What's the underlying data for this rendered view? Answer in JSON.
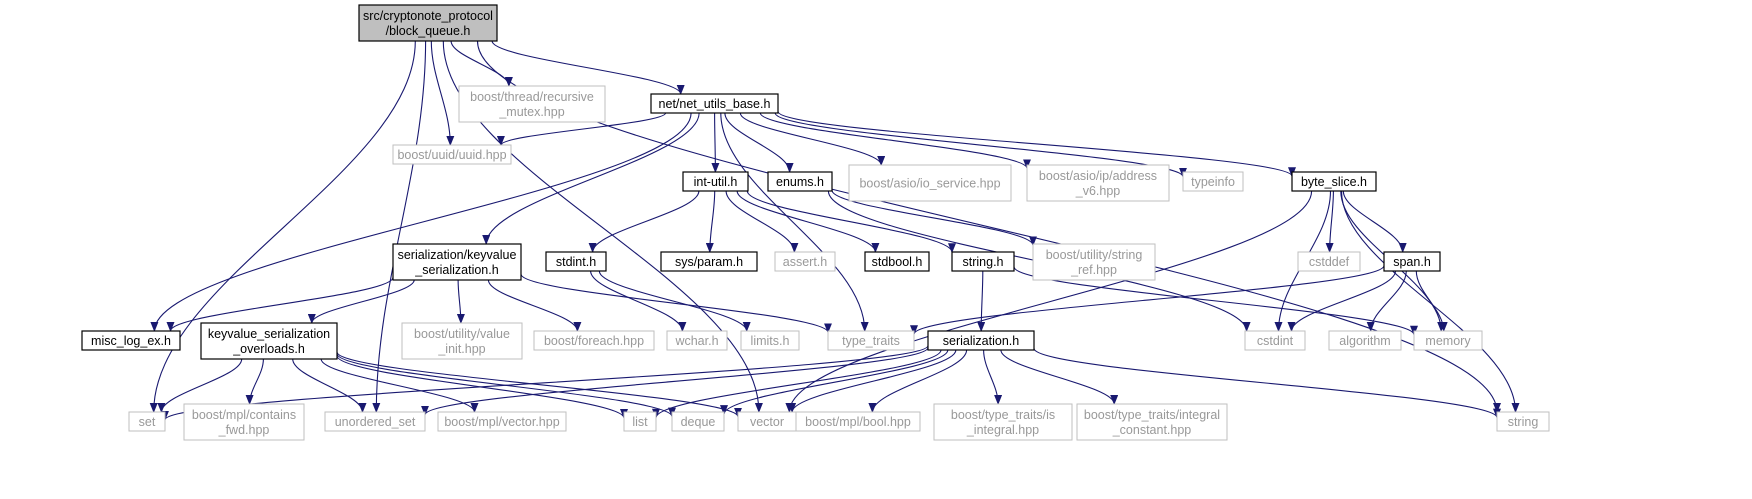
{
  "diagram": {
    "edge_color": "#191970",
    "root_fill": "#bfbfbf",
    "external_color": "#999999",
    "nodes": [
      {
        "id": "block_queue",
        "lines": [
          "src/cryptonote_protocol",
          "/block_queue.h"
        ],
        "kind": "root"
      },
      {
        "id": "recursive_mutex",
        "lines": [
          "boost/thread/recursive",
          "_mutex.hpp"
        ],
        "kind": "external"
      },
      {
        "id": "net_utils_base",
        "lines": [
          "net/net_utils_base.h"
        ],
        "kind": "documented"
      },
      {
        "id": "uuid",
        "lines": [
          "boost/uuid/uuid.hpp"
        ],
        "kind": "external"
      },
      {
        "id": "int_util",
        "lines": [
          "int-util.h"
        ],
        "kind": "documented"
      },
      {
        "id": "enums",
        "lines": [
          "enums.h"
        ],
        "kind": "documented"
      },
      {
        "id": "io_service",
        "lines": [
          "boost/asio/io_service.hpp"
        ],
        "kind": "external"
      },
      {
        "id": "address_v6",
        "lines": [
          "boost/asio/ip/address",
          "_v6.hpp"
        ],
        "kind": "external"
      },
      {
        "id": "typeinfo",
        "lines": [
          "typeinfo"
        ],
        "kind": "external"
      },
      {
        "id": "byte_slice",
        "lines": [
          "byte_slice.h"
        ],
        "kind": "documented"
      },
      {
        "id": "kv_serialization",
        "lines": [
          "serialization/keyvalue",
          "_serialization.h"
        ],
        "kind": "documented"
      },
      {
        "id": "stdint",
        "lines": [
          "stdint.h"
        ],
        "kind": "documented"
      },
      {
        "id": "sys_param",
        "lines": [
          "sys/param.h"
        ],
        "kind": "documented"
      },
      {
        "id": "assert",
        "lines": [
          "assert.h"
        ],
        "kind": "external"
      },
      {
        "id": "stdbool",
        "lines": [
          "stdbool.h"
        ],
        "kind": "documented"
      },
      {
        "id": "string_h",
        "lines": [
          "string.h"
        ],
        "kind": "documented"
      },
      {
        "id": "string_ref",
        "lines": [
          "boost/utility/string",
          "_ref.hpp"
        ],
        "kind": "external"
      },
      {
        "id": "cstddef",
        "lines": [
          "cstddef"
        ],
        "kind": "external"
      },
      {
        "id": "span",
        "lines": [
          "span.h"
        ],
        "kind": "documented"
      },
      {
        "id": "misc_log_ex",
        "lines": [
          "misc_log_ex.h"
        ],
        "kind": "documented"
      },
      {
        "id": "kv_overloads",
        "lines": [
          "keyvalue_serialization",
          "_overloads.h"
        ],
        "kind": "documented"
      },
      {
        "id": "value_init",
        "lines": [
          "boost/utility/value",
          "_init.hpp"
        ],
        "kind": "external"
      },
      {
        "id": "foreach",
        "lines": [
          "boost/foreach.hpp"
        ],
        "kind": "external"
      },
      {
        "id": "wchar",
        "lines": [
          "wchar.h"
        ],
        "kind": "external"
      },
      {
        "id": "limits",
        "lines": [
          "limits.h"
        ],
        "kind": "external"
      },
      {
        "id": "type_traits",
        "lines": [
          "type_traits"
        ],
        "kind": "external"
      },
      {
        "id": "serialization_h",
        "lines": [
          "serialization.h"
        ],
        "kind": "documented"
      },
      {
        "id": "cstdint",
        "lines": [
          "cstdint"
        ],
        "kind": "external"
      },
      {
        "id": "algorithm",
        "lines": [
          "algorithm"
        ],
        "kind": "external"
      },
      {
        "id": "memory",
        "lines": [
          "memory"
        ],
        "kind": "external"
      },
      {
        "id": "set",
        "lines": [
          "set"
        ],
        "kind": "external"
      },
      {
        "id": "contains_fwd",
        "lines": [
          "boost/mpl/contains",
          "_fwd.hpp"
        ],
        "kind": "external"
      },
      {
        "id": "unordered_set",
        "lines": [
          "unordered_set"
        ],
        "kind": "external"
      },
      {
        "id": "mpl_vector",
        "lines": [
          "boost/mpl/vector.hpp"
        ],
        "kind": "external"
      },
      {
        "id": "list",
        "lines": [
          "list"
        ],
        "kind": "external"
      },
      {
        "id": "deque",
        "lines": [
          "deque"
        ],
        "kind": "external"
      },
      {
        "id": "vector",
        "lines": [
          "vector"
        ],
        "kind": "external"
      },
      {
        "id": "mpl_bool",
        "lines": [
          "boost/mpl/bool.hpp"
        ],
        "kind": "external"
      },
      {
        "id": "is_integral",
        "lines": [
          "boost/type_traits/is",
          "_integral.hpp"
        ],
        "kind": "external"
      },
      {
        "id": "integral_constant",
        "lines": [
          "boost/type_traits/integral",
          "_constant.hpp"
        ],
        "kind": "external"
      },
      {
        "id": "string",
        "lines": [
          "string"
        ],
        "kind": "external"
      }
    ],
    "edges": [
      [
        "block_queue",
        "recursive_mutex"
      ],
      [
        "block_queue",
        "net_utils_base"
      ],
      [
        "block_queue",
        "uuid"
      ],
      [
        "block_queue",
        "set"
      ],
      [
        "block_queue",
        "unordered_set"
      ],
      [
        "block_queue",
        "vector"
      ],
      [
        "block_queue",
        "string"
      ],
      [
        "net_utils_base",
        "uuid"
      ],
      [
        "net_utils_base",
        "misc_log_ex"
      ],
      [
        "net_utils_base",
        "kv_serialization"
      ],
      [
        "net_utils_base",
        "type_traits"
      ],
      [
        "net_utils_base",
        "int_util"
      ],
      [
        "net_utils_base",
        "enums"
      ],
      [
        "net_utils_base",
        "io_service"
      ],
      [
        "net_utils_base",
        "address_v6"
      ],
      [
        "net_utils_base",
        "typeinfo"
      ],
      [
        "net_utils_base",
        "byte_slice"
      ],
      [
        "int_util",
        "stdint"
      ],
      [
        "int_util",
        "sys_param"
      ],
      [
        "int_util",
        "assert"
      ],
      [
        "int_util",
        "stdbool"
      ],
      [
        "int_util",
        "string_h"
      ],
      [
        "enums",
        "string_ref"
      ],
      [
        "enums",
        "cstdint"
      ],
      [
        "byte_slice",
        "vector"
      ],
      [
        "byte_slice",
        "cstdint"
      ],
      [
        "byte_slice",
        "cstddef"
      ],
      [
        "byte_slice",
        "span"
      ],
      [
        "byte_slice",
        "memory"
      ],
      [
        "byte_slice",
        "string"
      ],
      [
        "span",
        "type_traits"
      ],
      [
        "span",
        "cstdint"
      ],
      [
        "span",
        "algorithm"
      ],
      [
        "span",
        "memory"
      ],
      [
        "kv_serialization",
        "misc_log_ex"
      ],
      [
        "kv_serialization",
        "kv_overloads"
      ],
      [
        "kv_serialization",
        "value_init"
      ],
      [
        "kv_serialization",
        "foreach"
      ],
      [
        "kv_serialization",
        "type_traits"
      ],
      [
        "stdint",
        "wchar"
      ],
      [
        "stdint",
        "limits"
      ],
      [
        "string_h",
        "serialization_h"
      ],
      [
        "string_h",
        "memory"
      ],
      [
        "kv_overloads",
        "set"
      ],
      [
        "kv_overloads",
        "contains_fwd"
      ],
      [
        "kv_overloads",
        "mpl_vector"
      ],
      [
        "kv_overloads",
        "list"
      ],
      [
        "kv_overloads",
        "deque"
      ],
      [
        "kv_overloads",
        "vector"
      ],
      [
        "kv_overloads",
        "unordered_set"
      ],
      [
        "serialization_h",
        "set"
      ],
      [
        "serialization_h",
        "unordered_set"
      ],
      [
        "serialization_h",
        "list"
      ],
      [
        "serialization_h",
        "deque"
      ],
      [
        "serialization_h",
        "vector"
      ],
      [
        "serialization_h",
        "mpl_bool"
      ],
      [
        "serialization_h",
        "is_integral"
      ],
      [
        "serialization_h",
        "integral_constant"
      ],
      [
        "serialization_h",
        "string"
      ]
    ]
  }
}
